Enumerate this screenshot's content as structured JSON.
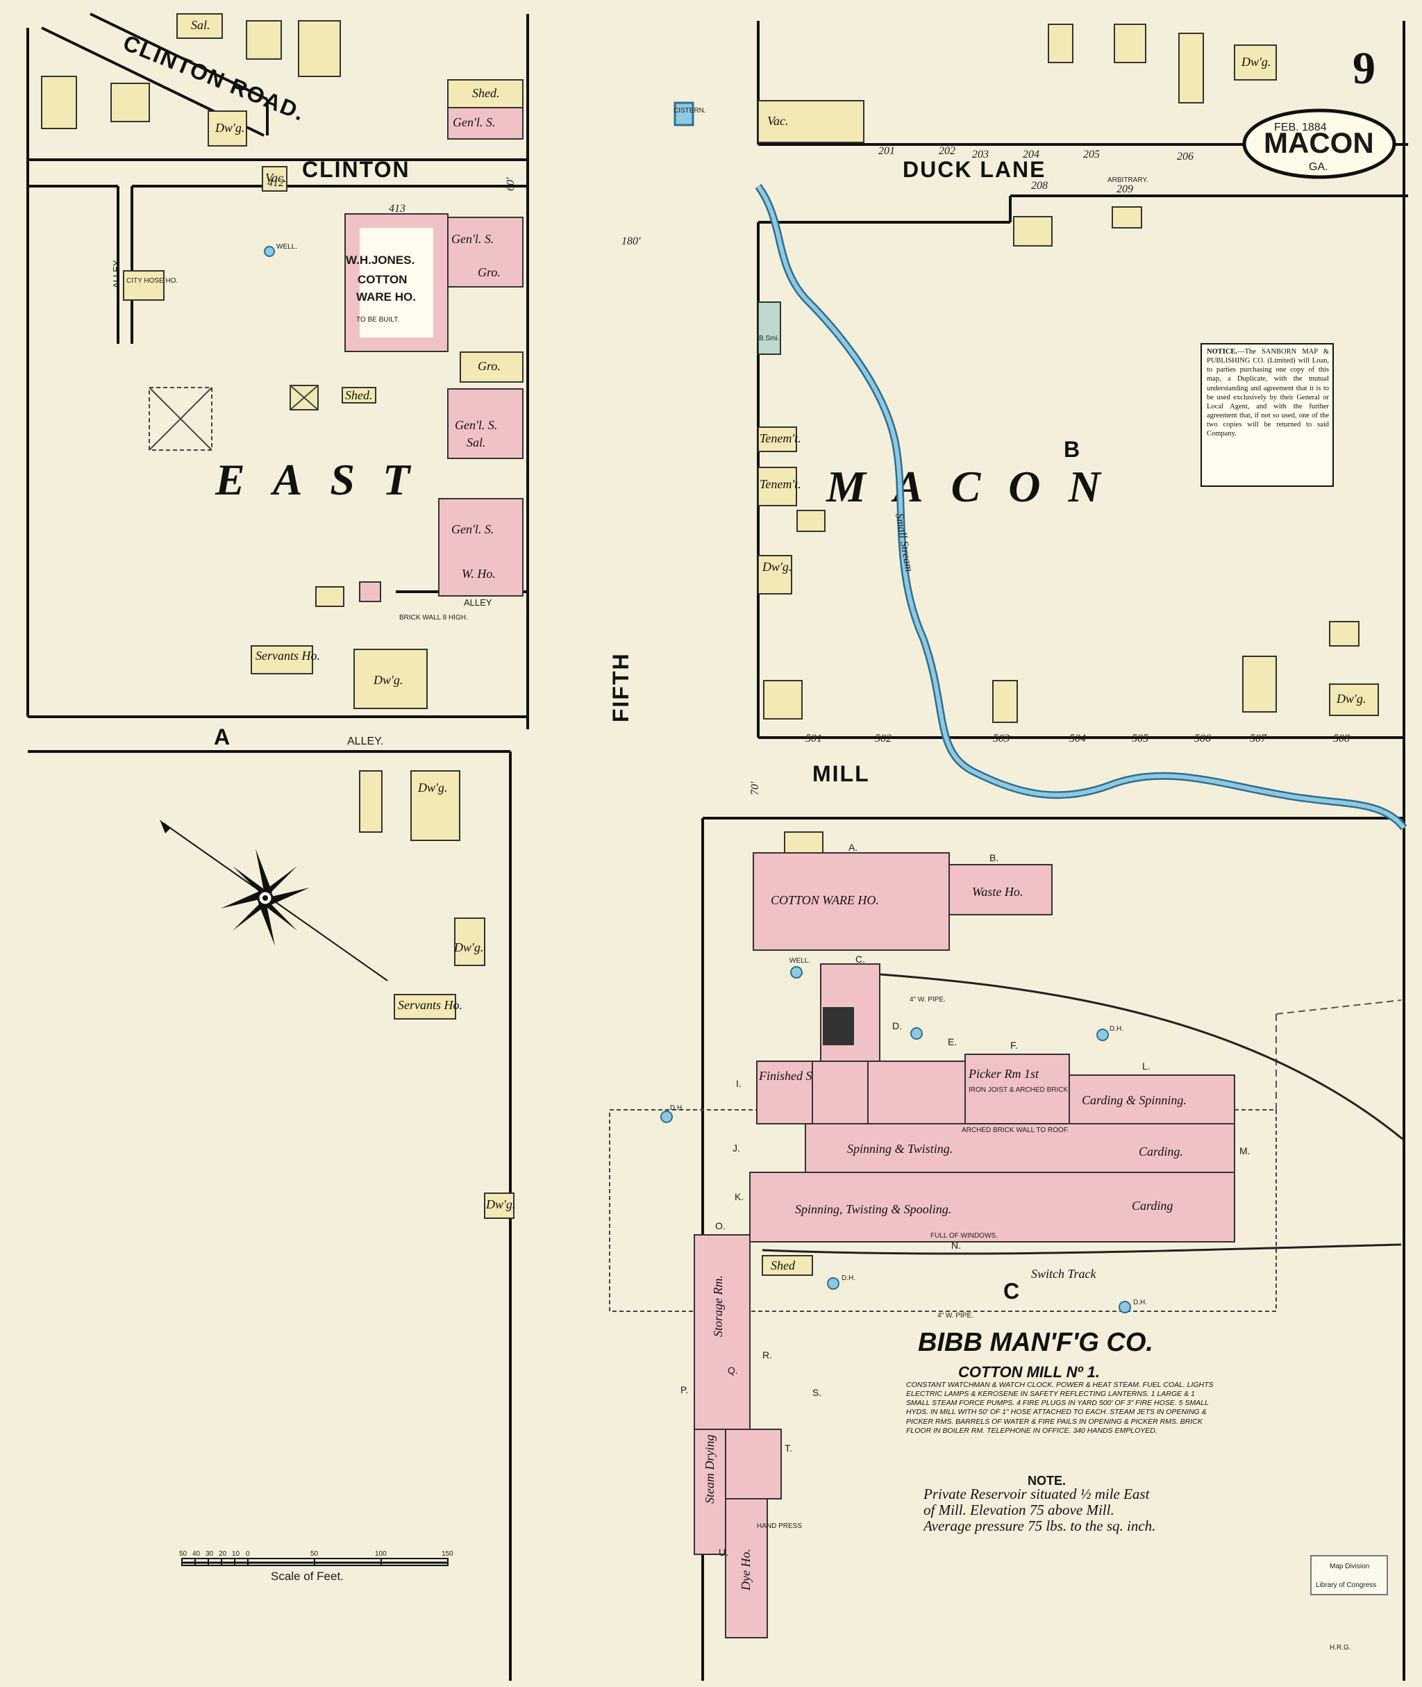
{
  "sheet": {
    "number": "9",
    "city": "MACON",
    "state": "GA.",
    "date": "FEB. 1884",
    "credit": "H.R.G.",
    "stamp_line1": "Map Division",
    "stamp_line2": "Library of Congress"
  },
  "streets": {
    "clinton": "CLINTON",
    "clinton_road": "CLINTON ROAD.",
    "duck_lane": "DUCK LANE",
    "duck_lane_note": "ARBITRARY.",
    "fifth": "FIFTH",
    "mill": "MILL",
    "alley": "ALLEY.",
    "alley2": "ALLEY",
    "alley_vertical": "ALLEY",
    "width_60": "60'",
    "width_180": "180'",
    "width_70": "70'"
  },
  "districts": {
    "east": "EAST",
    "macon": "MACON"
  },
  "blocks": {
    "a": "A",
    "b": "B",
    "c": "C"
  },
  "mill": {
    "company": "BIBB MAN'F'G CO.",
    "subtitle": "COTTON MILL Nº 1.",
    "description": "CONSTANT WATCHMAN & WATCH CLOCK. POWER & HEAT STEAM. FUEL COAL. LIGHTS ELECTRIC LAMPS & KEROSENE IN SAFETY REFLECTING LANTERNS. 1 LARGE & 1 SMALL STEAM FORCE PUMPS. 4 FIRE PLUGS IN YARD 500' OF 3\" FIRE HOSE. 5 SMALL HYDS. IN MILL WITH 50' OF 1\" HOSE ATTACHED TO EACH. STEAM JETS IN OPENING & PICKER RMS. BARRELS OF WATER & FIRE PAILS IN OPENING & PICKER RMS. BRICK FLOOR IN BOILER RM. TELEPHONE IN OFFICE. 340 HANDS EMPLOYED.",
    "note_title": "NOTE.",
    "note_text": "Private Reservoir situated ½ mile East of Mill. Elevation 75 above Mill. Average pressure 75 lbs. to the sq. inch.",
    "rooms": {
      "cotton_ware": "COTTON WARE HO.",
      "waste": "Waste Ho.",
      "picker": "Picker Rm 1st",
      "picker_note": "IRON JOIST & ARCHED BRICK CEILING.",
      "carding_spinning": "Carding & Spinning.",
      "spinning_twisting": "Spinning & Twisting.",
      "carding1": "Carding.",
      "spinning_twisting_spooling": "Spinning, Twisting & Spooling.",
      "carding2": "Carding",
      "finished_stock": "Finished Stock Rm.",
      "storage": "Storage Rm.",
      "steam_drying": "Steam Drying",
      "dye_ho": "Dye Ho.",
      "shed": "Shed",
      "arched_wall": "ARCHED BRICK WALL TO ROOF.",
      "full_windows": "FULL OF WINDOWS.",
      "switch_track": "Switch Track",
      "pipe4": "4\" W. PIPE.",
      "hand_press": "HAND PRESS"
    },
    "letters": [
      "A.",
      "B.",
      "C.",
      "D.",
      "E.",
      "F.",
      "I.",
      "J.",
      "K.",
      "L.",
      "M.",
      "N.",
      "O.",
      "P.",
      "Q.",
      "R.",
      "S.",
      "T.",
      "U."
    ],
    "dh": "D.H.",
    "well": "WELL."
  },
  "buildings": {
    "wh_jones_1": "W.H.JONES.",
    "wh_jones_2": "COTTON",
    "wh_jones_3": "WARE HO.",
    "to_be_built": "TO BE BUILT.",
    "genl": "Gen'l. S.",
    "gro": "Gro.",
    "sal": "Sal.",
    "who": "W. Ho.",
    "drg": "Dw'g.",
    "vac": "Vac.",
    "shed": "Shed.",
    "servants": "Servants Ho.",
    "tenement": "Tenem't.",
    "cistern": "CISTERN.",
    "city_hose": "CITY HOSE HO.",
    "bsmt": "B.Smi.",
    "brick_wall_note": "BRICK WALL 8 HIGH."
  },
  "notice": {
    "title": "NOTICE.",
    "text": "—The SANBORN MAP & PUBLISHING CO. (Limited) will Loan, to parties purchasing one copy of this map, a Duplicate, with the mutual understanding and agreement that it is to be used exclusively by their General or Local Agent, and with the further agreement that, if not so used, one of the two copies will be returned to said Company."
  },
  "stream": {
    "label": "Small Stream"
  },
  "scale": {
    "title": "Scale of Feet.",
    "ticks": [
      "50",
      "40",
      "30",
      "20",
      "10",
      "0",
      "50",
      "100",
      "150"
    ]
  },
  "addresses": {
    "duck_lane": [
      "201",
      "202",
      "203",
      "204",
      "205",
      "206",
      "208",
      "209"
    ],
    "mill_st": [
      "501",
      "502",
      "503",
      "504",
      "505",
      "506",
      "507",
      "508"
    ],
    "clinton": [
      "412",
      "413"
    ]
  },
  "colors": {
    "paper": "#f4efda",
    "brick": "#f0c2c6",
    "frame": "#f2e9b4",
    "water": "#8ec8e3"
  }
}
